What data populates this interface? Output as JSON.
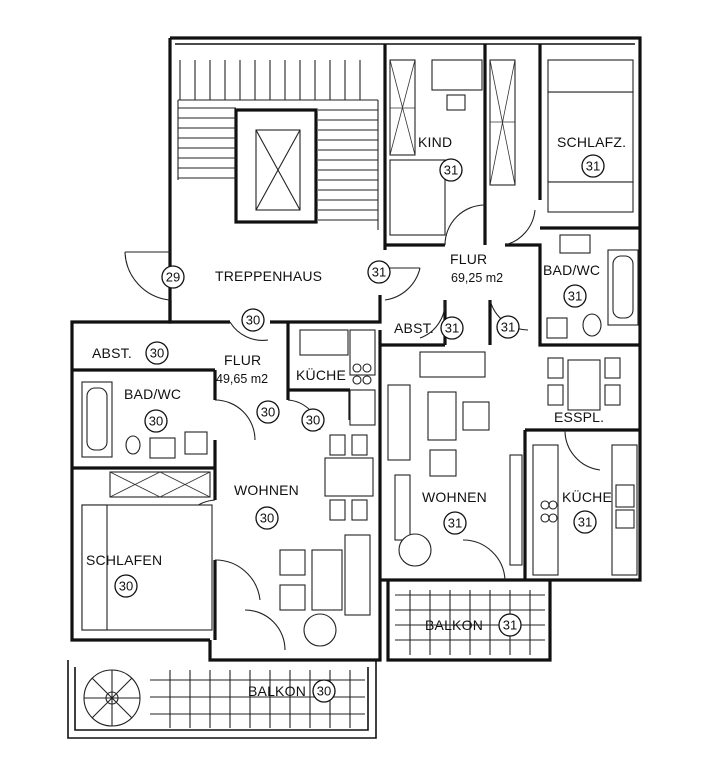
{
  "labels": {
    "kind": "KIND",
    "kind_no": "31",
    "schlafz": "SCHLAFZ.",
    "schlafz_no": "31",
    "treppenhaus": "TREPPENHAUS",
    "treppenhaus_left_no": "29",
    "treppenhaus_right_no": "31",
    "treppenhaus_bottom_no": "30",
    "flur31": "FLUR",
    "flur31_area": "69,25  m2",
    "badwc31": "BAD/WC",
    "badwc31_no": "31",
    "abst31": "ABST.",
    "abst31_no": "31",
    "flur31_no": "31",
    "abst30": "ABST.",
    "abst30_no": "30",
    "flur30": "FLUR",
    "flur30_area": "49,65  m2",
    "kueche30": "KÜCHE",
    "kueche30_no": "30",
    "badwc30": "BAD/WC",
    "badwc30_no": "30",
    "flur30_no": "30",
    "esspl": "ESSPL.",
    "wohnen30": "WOHNEN",
    "wohnen30_no": "30",
    "wohnen31": "WOHNEN",
    "wohnen31_no": "31",
    "kueche31": "KÜCHE",
    "kueche31_no": "31",
    "schlafen30": "SCHLAFEN",
    "schlafen30_no": "30",
    "balkon31": "BALKON",
    "balkon31_no": "31",
    "balkon30": "BALKON",
    "balkon30_no": "30"
  }
}
